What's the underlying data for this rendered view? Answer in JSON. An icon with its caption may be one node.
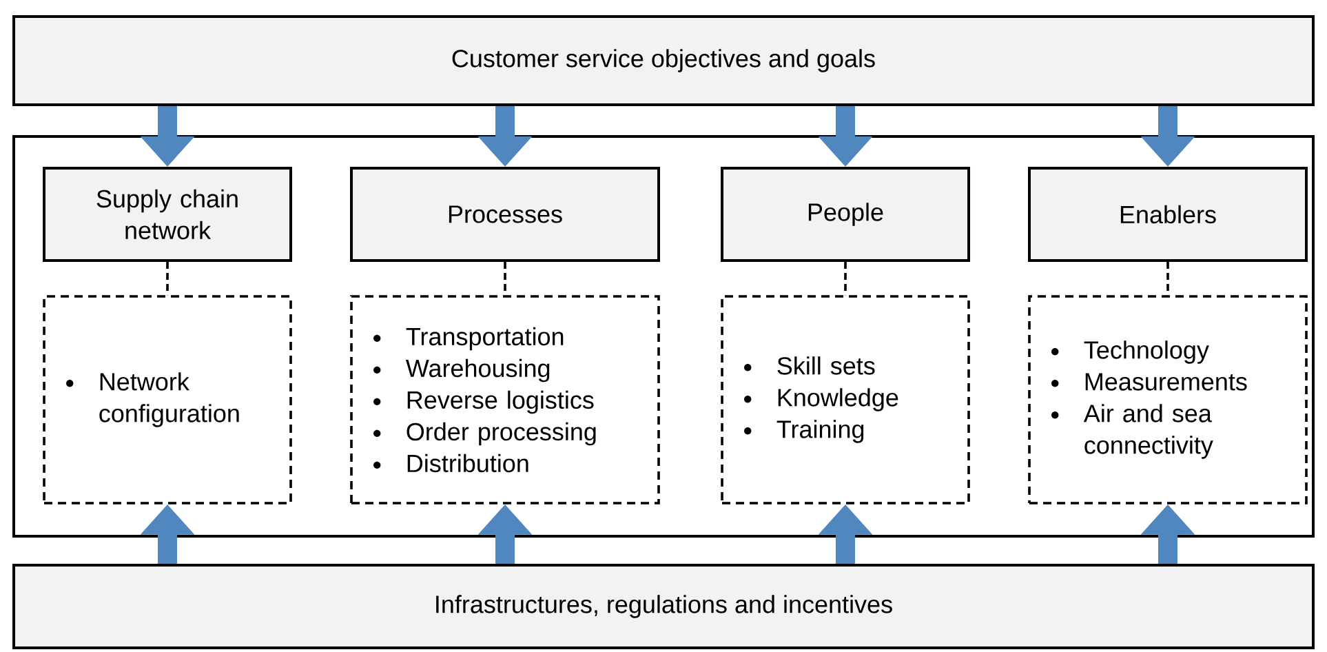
{
  "diagram": {
    "nodes": [
      {
        "text": [
          "Customer service objectives and goals"
        ]
      },
      {
        "text": [],
        "shape": "box"
      },
      {
        "text": [
          "Supply chain network"
        ],
        "in": 1
      },
      {
        "text": [
          "Network configuration"
        ],
        "in": 1
      },
      {
        "text": [
          "Processes"
        ],
        "in": 1
      },
      {
        "text": [
          "Transportation",
          "Warehousing",
          "Reverse logistics",
          "Order processing",
          "Distribution"
        ],
        "in": 1
      },
      {
        "text": [
          "People"
        ],
        "in": 1
      },
      {
        "text": [
          "Skill sets",
          "Knowledge",
          "Training"
        ],
        "in": 1
      },
      {
        "text": [
          "Enablers"
        ],
        "in": 1
      },
      {
        "text": [
          "Technology",
          "Measurements",
          "Air and sea connectivity"
        ],
        "in": 1
      },
      {
        "text": [
          "Infrastructures, regulations and incentives"
        ]
      }
    ],
    "edges": [
      {
        "from": 0,
        "to": 2,
        "arrow": "to"
      },
      {
        "from": 0,
        "to": 4,
        "arrow": "to"
      },
      {
        "from": 0,
        "to": 6,
        "arrow": "to"
      },
      {
        "from": 0,
        "to": 8,
        "arrow": "to"
      },
      {
        "from": 2,
        "to": 3,
        "arrow": "none",
        "style": "dashed",
        "color": "#000000"
      },
      {
        "from": 4,
        "to": 5,
        "arrow": "none",
        "style": "dashed",
        "color": "#000000"
      },
      {
        "from": 6,
        "to": 7,
        "arrow": "none",
        "style": "dashed",
        "color": "#000000"
      },
      {
        "from": 8,
        "to": 9,
        "arrow": "none",
        "style": "dashed",
        "color": "#000000"
      },
      {
        "from": 10,
        "to": 3,
        "arrow": "to"
      },
      {
        "from": 10,
        "to": 5,
        "arrow": "to"
      },
      {
        "from": 10,
        "to": 7,
        "arrow": "to"
      },
      {
        "from": 10,
        "to": 9,
        "arrow": "to"
      }
    ]
  }
}
